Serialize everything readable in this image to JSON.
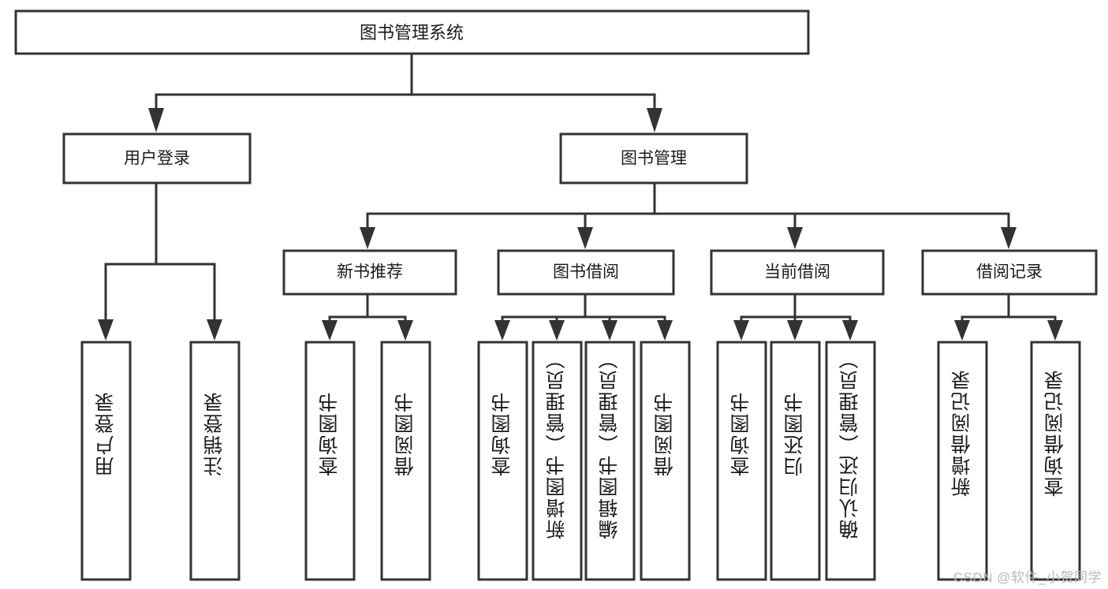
{
  "diagram": {
    "title": "图书管理系统",
    "watermark": "CSDN @软件_小贺同学",
    "colors": {
      "stroke": "#333333",
      "fill": "#ffffff",
      "text": "#1b1b1b",
      "watermark": "#b9b9b9"
    },
    "levels": {
      "root": {
        "label": "图书管理系统"
      },
      "level2": [
        {
          "label": "用户登录"
        },
        {
          "label": "图书管理"
        }
      ],
      "level3": [
        {
          "label": "新书推荐"
        },
        {
          "label": "图书借阅"
        },
        {
          "label": "当前借阅"
        },
        {
          "label": "借阅记录"
        }
      ],
      "leaves": {
        "user_login": [
          {
            "label": "用户登录"
          },
          {
            "label": "注销登录"
          }
        ],
        "new_book_recommend": [
          {
            "label": "查询图书"
          },
          {
            "label": "借阅图书"
          }
        ],
        "book_borrow": [
          {
            "label": "查询图书"
          },
          {
            "label": "新增图书（管理员）"
          },
          {
            "label": "编辑图书（管理员）"
          },
          {
            "label": "借阅图书"
          }
        ],
        "current_borrow": [
          {
            "label": "查询图书"
          },
          {
            "label": "归还图书"
          },
          {
            "label": "确认归还（管理员）"
          }
        ],
        "borrow_record": [
          {
            "label": "新增借阅记录"
          },
          {
            "label": "查询借阅记录"
          }
        ]
      }
    }
  }
}
